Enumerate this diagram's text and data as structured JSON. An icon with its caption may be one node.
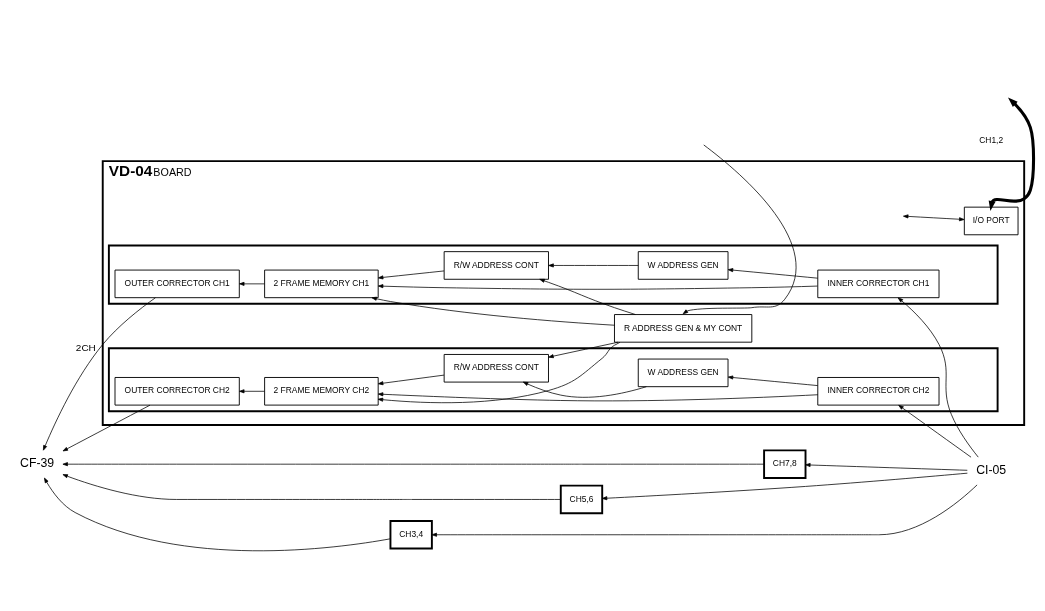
{
  "diagram": {
    "nodes": [
      {
        "text": [
          "VD-04",
          "BOARD"
        ]
      },
      {
        "text": [],
        "shape": "box",
        "in": 0
      },
      {
        "text": [
          "I/O PORT"
        ],
        "in": 0
      },
      {
        "text": [
          "OUTER CORRECTOR CH1"
        ],
        "in": 1
      },
      {
        "text": [
          "2 FRAME MEMORY CH1"
        ],
        "in": 1
      },
      {
        "text": [
          "INNER CORRECTOR CH1"
        ],
        "in": 1
      },
      {
        "text": [
          "R/W ADDRESS CONT"
        ],
        "in": 1
      },
      {
        "text": [
          "W ADDRESS GEN"
        ],
        "in": 1
      },
      {
        "text": [
          "R ADDRESS GEN & MY CONT"
        ],
        "in": 0
      },
      {
        "text": [],
        "shape": "box",
        "in": 0
      },
      {
        "text": [
          "R/W ADDRESS CONT"
        ],
        "in": 9
      },
      {
        "text": [
          "W ADDRESS GEN"
        ],
        "in": 9
      },
      {
        "text": [
          "OUTER CORRECTOR CH2"
        ],
        "in": 9
      },
      {
        "text": [
          "2 FRAME MEMORY CH2"
        ],
        "in": 9
      },
      {
        "text": [
          "INNER CORRECTOR CH2"
        ],
        "in": 9
      },
      {
        "text": [
          "CF-39"
        ]
      },
      {
        "text": [
          "CI-05"
        ]
      },
      {
        "text": [
          "CH7,8"
        ]
      },
      {
        "text": [
          "CH5,6"
        ]
      },
      {
        "text": [
          "CH3,4"
        ]
      }
    ],
    "edges": [
      {
        "from": null,
        "to": 2,
        "arrow": "both",
        "style": "thick"
      },
      {
        "from": 2,
        "to": null,
        "arrow": "both"
      },
      {
        "from": 4,
        "to": 3,
        "arrow": "to"
      },
      {
        "from": 5,
        "to": 4,
        "arrow": "to"
      },
      {
        "from": 5,
        "to": 7,
        "arrow": "to"
      },
      {
        "from": 7,
        "to": 6,
        "arrow": "to"
      },
      {
        "from": 6,
        "to": 4,
        "arrow": "to"
      },
      {
        "from": null,
        "to": 8,
        "arrow": "to"
      },
      {
        "from": 8,
        "to": 6,
        "arrow": "to"
      },
      {
        "from": 8,
        "to": 4,
        "arrow": "to"
      },
      {
        "from": 8,
        "to": 10,
        "arrow": "to"
      },
      {
        "from": 8,
        "to": 13,
        "arrow": "to"
      },
      {
        "from": 11,
        "to": 10,
        "arrow": "to"
      },
      {
        "from": 10,
        "to": 13,
        "arrow": "to"
      },
      {
        "from": 14,
        "to": 11,
        "arrow": "to"
      },
      {
        "from": 14,
        "to": 13,
        "arrow": "to"
      },
      {
        "from": 13,
        "to": 12,
        "arrow": "to"
      },
      {
        "from": 3,
        "to": 15,
        "arrow": "to",
        "label": "2CH"
      },
      {
        "from": 12,
        "to": 15,
        "arrow": "to"
      },
      {
        "from": 19,
        "to": 15,
        "arrow": "to"
      },
      {
        "from": 18,
        "to": 15,
        "arrow": "to"
      },
      {
        "from": 17,
        "to": 15,
        "arrow": "to"
      },
      {
        "from": 16,
        "to": 5,
        "arrow": "to"
      },
      {
        "from": 16,
        "to": 14,
        "arrow": "to"
      },
      {
        "from": 16,
        "to": 19,
        "arrow": "to"
      },
      {
        "from": 16,
        "to": 18,
        "arrow": "to"
      },
      {
        "from": 16,
        "to": 17,
        "arrow": "to"
      }
    ],
    "labels": [
      "CH1,2"
    ]
  }
}
